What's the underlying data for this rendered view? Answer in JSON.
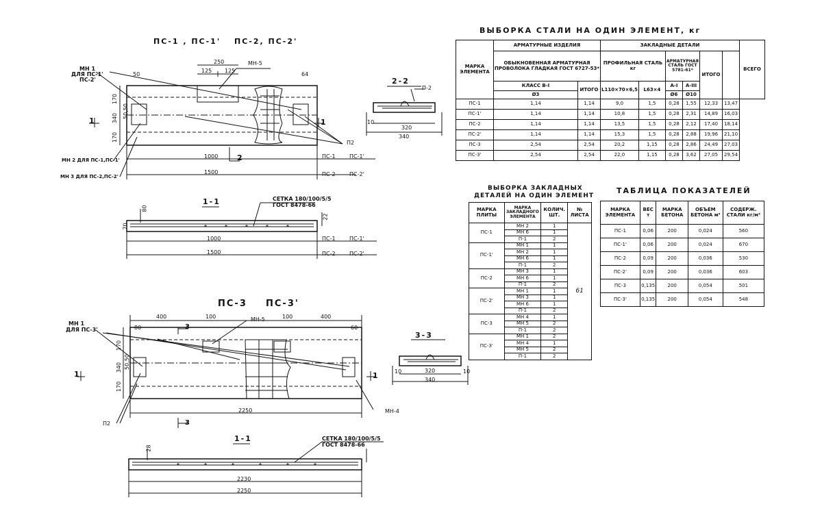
{
  "drawing": {
    "title_top": "ПС-1 , ПС-1'",
    "title_top2": "ПС-2, ПС-2'",
    "title_bottom": "ПС-3",
    "title_bottom2": "ПС-3'",
    "sec_1_1": "1-1",
    "sec_1_1b": "1-1",
    "sec_2_2": "2-2",
    "sec_3_3": "3-3",
    "mn1_top": "МН 1",
    "mn1_top_b": "ДЛЯ ПС-1'",
    "mn1_top_c": "ПС-2'",
    "mn2_label": "МН 2 ДЛЯ ПС-1,ПС-1'",
    "mn3_label": "МН 3 ДЛЯ ПС-2,ПС-2'",
    "mn5_top": "МН-5",
    "mn1_bot": "МН 1",
    "mn1_bot_b": "ДЛЯ ПС-3'",
    "mn5_bot": "МН-5",
    "mn4_bot": "МН-4",
    "p2_top": "П2",
    "p2_bot": "П2",
    "p2_sec": "П-2",
    "setka_1": "СЕТКА 180/100/5/5",
    "gost_1": "ГОСТ 8478-66",
    "setka_2": "СЕТКА 180/100/5/5",
    "gost_2": "ГОСТ 8478-66",
    "dims": {
      "d250": "250",
      "d125a": "125",
      "d125b": "125",
      "d50": "50",
      "d64": "64",
      "d170a": "170",
      "d340": "340",
      "d170b": "170",
      "d50s": "50,50",
      "d1000": "1000",
      "d1500": "1500",
      "d1000b": "1000",
      "d1500b": "1500",
      "d320": "320",
      "d340s": "340",
      "d10": "10",
      "d70": "70",
      "d80": "80",
      "d22": "22",
      "d400a": "400",
      "d100a": "100",
      "d100b": "100",
      "d400b": "400",
      "d80b": "80",
      "d60b": "60",
      "d170c": "170",
      "d340b": "340",
      "d170d": "170",
      "d50s2": "50,50",
      "d2250": "2250",
      "d320b": "320",
      "d340c": "340",
      "d2230": "2230",
      "d2250b": "2250",
      "d10b": "10",
      "d10c": "10",
      "d28": "28",
      "ps1": "ПС-1",
      "ps1p": "ПС-1'",
      "ps2": "ПС-2",
      "ps2p": "ПС-2'",
      "ps1b": "ПС-1",
      "ps1pb": "ПС-1'",
      "ps2b": "ПС-2",
      "ps2pb": "ПС-2'",
      "sec1": "1",
      "sec1r": "1",
      "sec2": "2",
      "sec3": "3",
      "sec3b": "3",
      "sec1l": "1",
      "sec1rr": "1"
    }
  },
  "steel_table": {
    "title": "ВЫБОРКА СТАЛИ НА ОДИН ЭЛЕМЕНТ, кг",
    "h_mark": "МАРКА ЭЛЕМЕНТА",
    "h_arm": "АРМАТУРНЫЕ ИЗДЕЛИЯ",
    "h_emb": "ЗАКЛАДНЫЕ ДЕТАЛИ",
    "h_wire": "ОБЫКНОВЕННАЯ АРМАТУРНАЯ ПРОВОЛОКА ГЛАДКАЯ ГОСТ 6727-53*",
    "h_class": "КЛАСС В-I",
    "h_d3": "Ø3",
    "h_itogo1": "ИТОГО",
    "h_prof": "ПРОФИЛЬНАЯ СТАЛЬ кг",
    "h_l110": "L110×70×6,5",
    "h_l63": "L63×4",
    "h_armst": "АРМАТУРНАЯ СТАЛЬ ГОСТ 5781-61*",
    "h_cls": "А-I",
    "h_cls3": "А-III",
    "h_d6": "Ø6",
    "h_d10": "Ø10",
    "h_itogo2": "ИТОГО",
    "h_total": "ВСЕГО",
    "rows": [
      {
        "m": "ПС-1",
        "d3": "1,14",
        "it": "1,14",
        "l110": "9,0",
        "l63": "1,5",
        "d6": "0,28",
        "d10": "1,55",
        "it2": "12,33",
        "all": "13,47"
      },
      {
        "m": "ПС-1'",
        "d3": "1,14",
        "it": "1,14",
        "l110": "10,8",
        "l63": "1,5",
        "d6": "0,28",
        "d10": "2,31",
        "it2": "14,89",
        "all": "16,03"
      },
      {
        "m": "ПС-2",
        "d3": "1,14",
        "it": "1,14",
        "l110": "13,5",
        "l63": "1,5",
        "d6": "0,28",
        "d10": "2,12",
        "it2": "17,40",
        "all": "18,14"
      },
      {
        "m": "ПС-2'",
        "d3": "1,14",
        "it": "1,14",
        "l110": "15,3",
        "l63": "1,5",
        "d6": "0,28",
        "d10": "2,88",
        "it2": "19,96",
        "all": "21,10"
      },
      {
        "m": "ПС-3",
        "d3": "2,54",
        "it": "2,54",
        "l110": "20,2",
        "l63": "1,15",
        "d6": "0,28",
        "d10": "2,86",
        "it2": "24,49",
        "all": "27,03"
      },
      {
        "m": "ПС-3'",
        "d3": "2,54",
        "it": "2,54",
        "l110": "22,0",
        "l63": "1,15",
        "d6": "0,28",
        "d10": "3,62",
        "it2": "27,05",
        "all": "29,54"
      }
    ]
  },
  "emb_table": {
    "title1": "ВЫБОРКА ЗАКЛАДНЫХ",
    "title2": "ДЕТАЛЕЙ НА ОДИН ЭЛЕМЕНТ",
    "h_plate": "МАРКА ПЛИТЫ",
    "h_mark": "МАРКА ЗАКЛАДНОГО ЭЛЕМЕНТА",
    "h_qty": "КОЛИЧ. ШТ.",
    "h_sheet": "№ ЛИСТА",
    "sheet": "61",
    "groups": [
      {
        "plate": "ПС-1",
        "items": [
          [
            "МН 2",
            "1"
          ],
          [
            "МН 6",
            "1"
          ],
          [
            "П-1",
            "2"
          ]
        ]
      },
      {
        "plate": "ПС-1'",
        "items": [
          [
            "МН 1",
            "1"
          ],
          [
            "МН 2",
            "1"
          ],
          [
            "МН 6",
            "1"
          ],
          [
            "П-1",
            "2"
          ]
        ]
      },
      {
        "plate": "ПС-2",
        "items": [
          [
            "МН 3",
            "1"
          ],
          [
            "МН 6",
            "1"
          ],
          [
            "П-1",
            "2"
          ]
        ]
      },
      {
        "plate": "ПС-2'",
        "items": [
          [
            "МН 1",
            "1"
          ],
          [
            "МН 3",
            "1"
          ],
          [
            "МН 6",
            "1"
          ],
          [
            "П-1",
            "2"
          ]
        ]
      },
      {
        "plate": "ПС-3",
        "items": [
          [
            "МН 4",
            "1"
          ],
          [
            "МН 5",
            "2"
          ],
          [
            "П-1",
            "2"
          ]
        ]
      },
      {
        "plate": "ПС-3'",
        "items": [
          [
            "МН 1",
            "2"
          ],
          [
            "МН 4",
            "1"
          ],
          [
            "МН 5",
            "2"
          ],
          [
            "П-1",
            "2"
          ]
        ]
      }
    ]
  },
  "ind_table": {
    "title": "ТАБЛИЦА ПОКАЗАТЕЛЕЙ",
    "h_mark": "МАРКА ЭЛЕМЕНТА",
    "h_weight": "ВЕС т",
    "h_conc": "МАРКА БЕТОНА",
    "h_vol": "ОБЪЕМ БЕТОНА м³",
    "h_steel": "СОДЕРЖ. СТАЛИ кг/м³",
    "rows": [
      [
        "ПС-1",
        "0,06",
        "200",
        "0,024",
        "560"
      ],
      [
        "ПС-1'",
        "0,06",
        "200",
        "0,024",
        "670"
      ],
      [
        "ПС-2",
        "0,09",
        "200",
        "0,036",
        "530"
      ],
      [
        "ПС-2'",
        "0,09",
        "200",
        "0,036",
        "603"
      ],
      [
        "ПС-3",
        "0,135",
        "200",
        "0,054",
        "501"
      ],
      [
        "ПС-3'",
        "0,135",
        "200",
        "0,054",
        "548"
      ]
    ]
  }
}
